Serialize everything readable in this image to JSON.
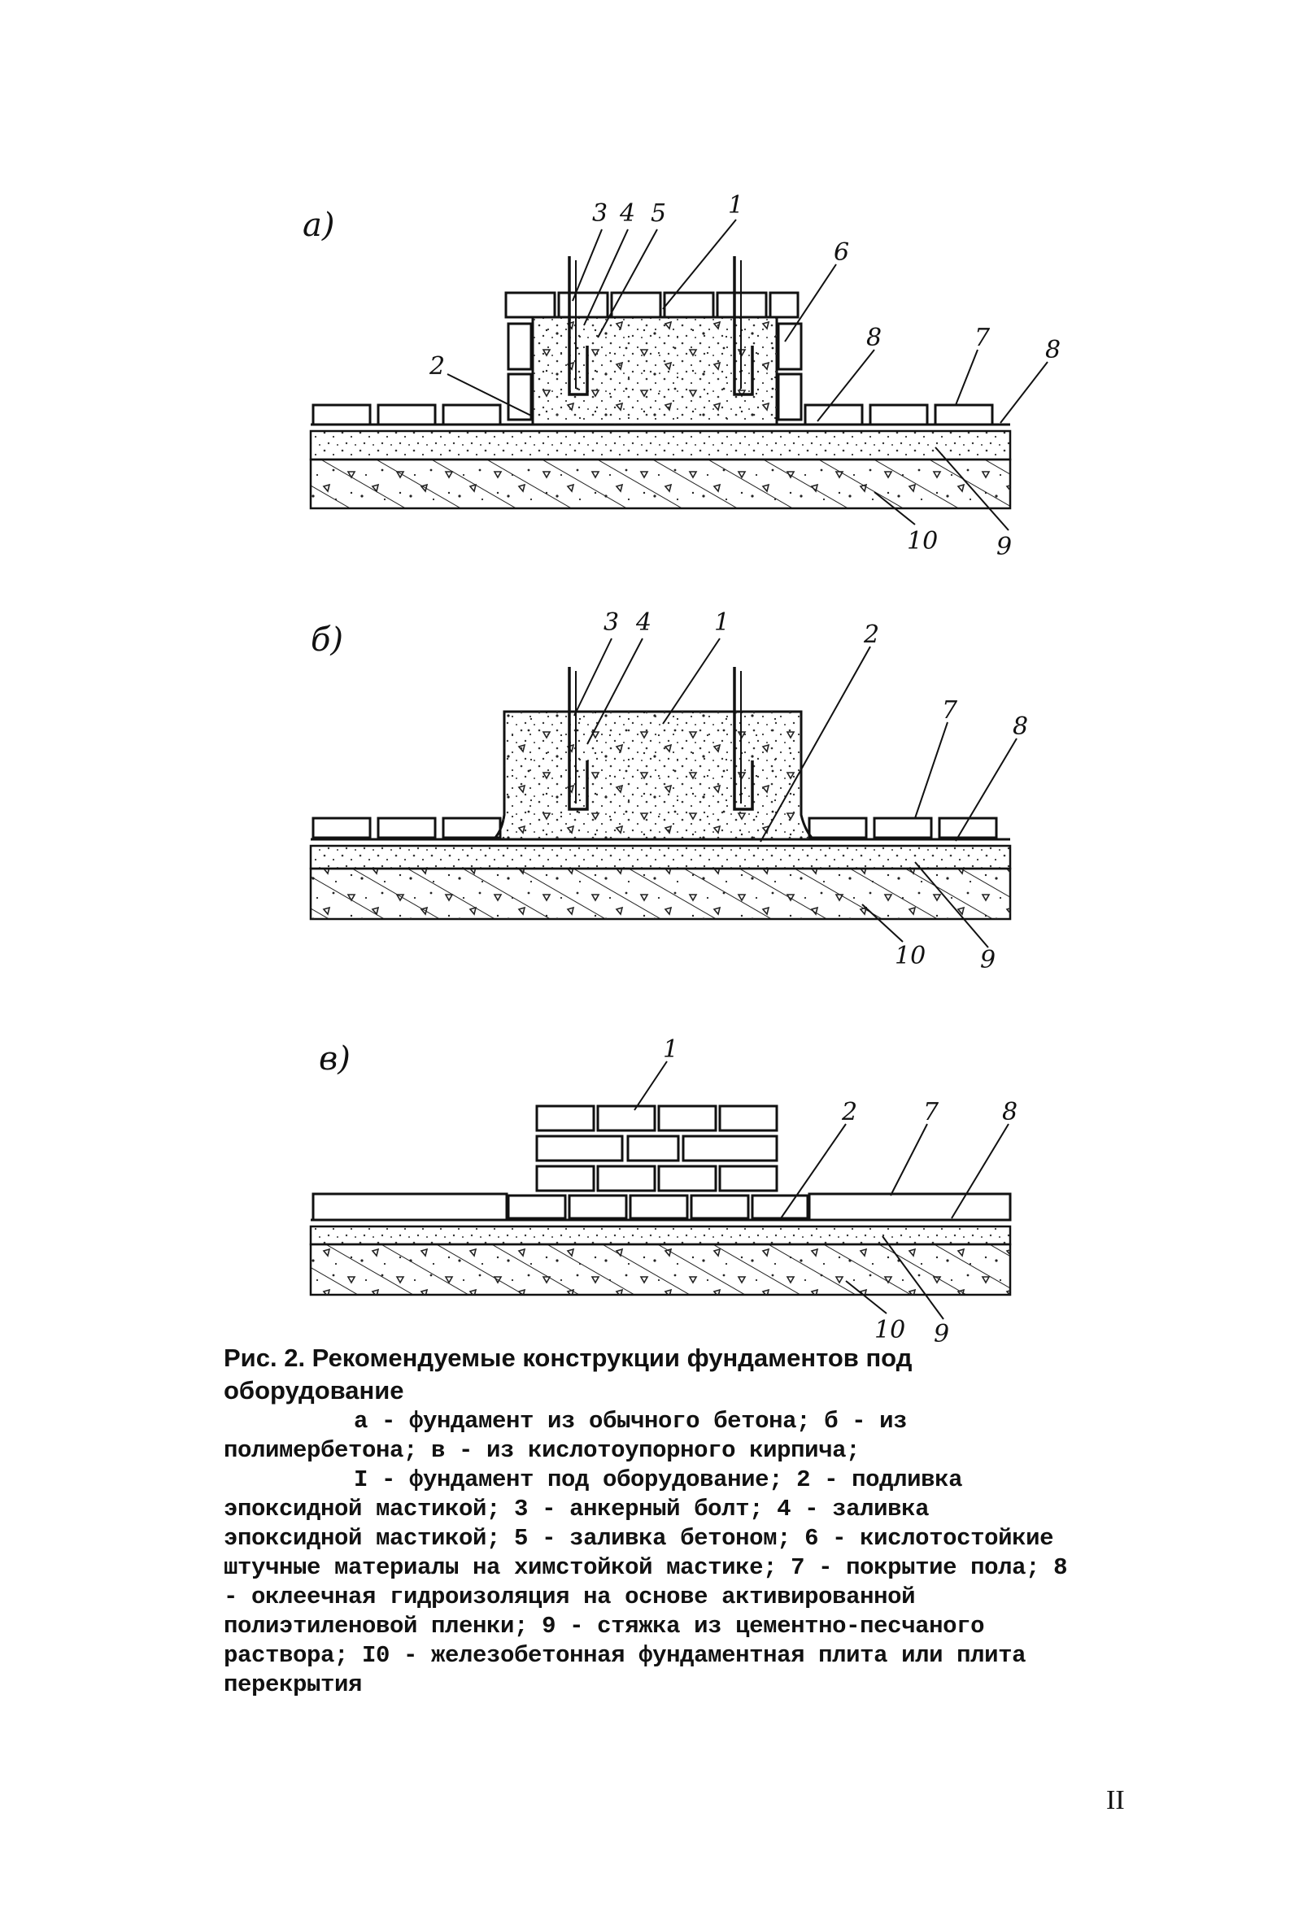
{
  "figure": {
    "panel_a": {
      "label": "а)",
      "callouts": [
        "3",
        "4",
        "5",
        "1",
        "6",
        "2",
        "8",
        "7",
        "8",
        "10",
        "9"
      ]
    },
    "panel_b": {
      "label": "б)",
      "callouts": [
        "3",
        "4",
        "1",
        "2",
        "7",
        "8",
        "10",
        "9"
      ]
    },
    "panel_c": {
      "label": "в)",
      "callouts": [
        "1",
        "2",
        "7",
        "8",
        "10",
        "9"
      ]
    }
  },
  "caption": {
    "title": "Рис. 2. Рекомендуемые конструкции фундаментов под оборудование",
    "variants": "а - фундамент из обычного бетона; б - из полимербетона; в - из кислотоупорного кирпича;",
    "legend": "I - фундамент под оборудование; 2 - подливка эпоксидной мастикой; 3 - анкерный болт; 4 - заливка эпоксидной мастикой; 5 - заливка бетоном; 6 - кислотостойкие штучные материалы на химстойкой мастике; 7 - покрытие пола; 8 - оклеечная гидроизоляция на основе активированной полиэтиленовой пленки; 9 - стяжка из цементно-песчаного раствора; I0 - железобетонная фундаментная плита или плита перекрытия"
  },
  "page_number": "II"
}
